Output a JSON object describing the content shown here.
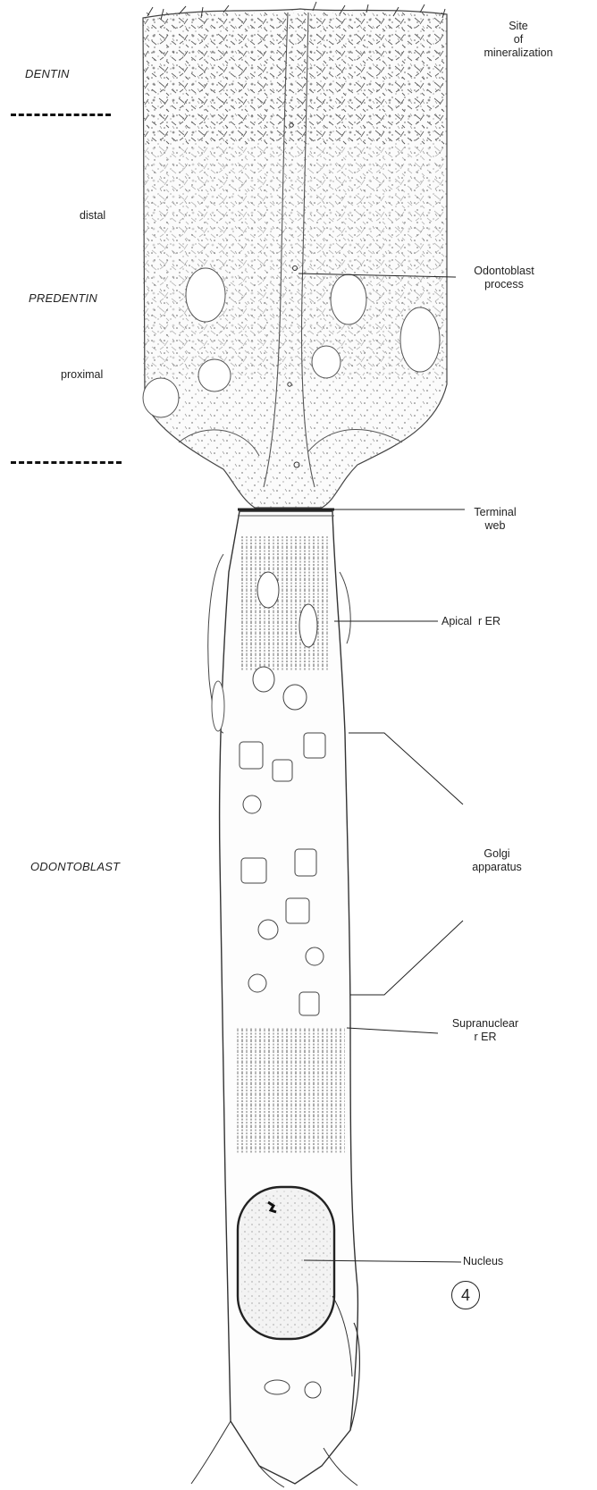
{
  "regions": {
    "dentin": "DENTIN",
    "predentin_prefix": "PRE",
    "predentin_suffix": "DENTIN",
    "distal": "distal",
    "proximal": "proximal",
    "odontoblast": "ODONTOBLAST"
  },
  "labels": {
    "site_line1": "Site",
    "site_line2": "of",
    "site_line3": "mineralization",
    "process_line1": "Odontoblast",
    "process_line2": "process",
    "terminal_line1": "Terminal",
    "terminal_line2": "web",
    "apical_rer": "Apical  r ER",
    "golgi_line1": "Golgi",
    "golgi_line2": "apparatus",
    "supranuclear_line1": "Supranuclear",
    "supranuclear_line2": "r ER",
    "nucleus": "Nucleus"
  },
  "figure_number": "4"
}
